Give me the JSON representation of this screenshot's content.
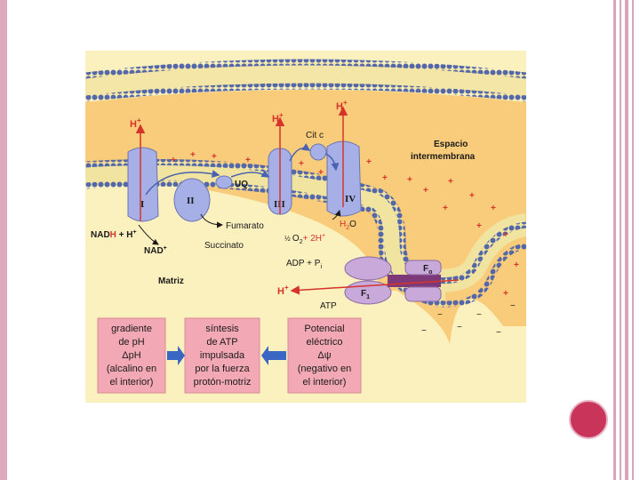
{
  "diagram": {
    "labels": {
      "space_line1": "Espacio",
      "space_line2": "intermembrana",
      "matrix": "Matriz",
      "cyt_c": "Cit c",
      "uq": "UQ",
      "complex_1": "I",
      "complex_2": "II",
      "complex_3": "III",
      "complex_4": "IV",
      "fumarate": "Fumarato",
      "succinate": "Succinato",
      "nadh_a": "NAD",
      "nadh_b": "H",
      "nadh_c": " + H",
      "nad_plus": "NAD",
      "half_o2": "O",
      "h2o_h2": "H",
      "h2o_o": "O",
      "plus_2h": "+ 2H",
      "adp_pi": "ADP + P",
      "pi_sub": "i",
      "atp": "ATP",
      "fo": "F",
      "fo_sub": "o",
      "f1": "F",
      "f1_sub": "1",
      "h_plus": "H",
      "plus_sign": "+"
    },
    "boxes": {
      "gradient": [
        "gradiente",
        "de pH",
        "ΔpH",
        "(alcalino en",
        "el interior)"
      ],
      "synthesis": [
        "síntesis",
        "de ATP",
        "impulsada",
        "por la fuerza",
        "protón-motriz"
      ],
      "potential": [
        "Potencial",
        "eléctrico",
        "Δψ",
        "(negativo en",
        "el interior)"
      ]
    },
    "colors": {
      "intermembrane": "#f8cc7a",
      "matrix": "#fbf1bf",
      "membrane_heads": "#5467a8",
      "complex": "#a6afe6",
      "atp_synthase": "#c9a9d9",
      "proton_arrow": "#d6332b",
      "info_box": "#f3a9b5",
      "box_arrow": "#3a66c4"
    }
  }
}
